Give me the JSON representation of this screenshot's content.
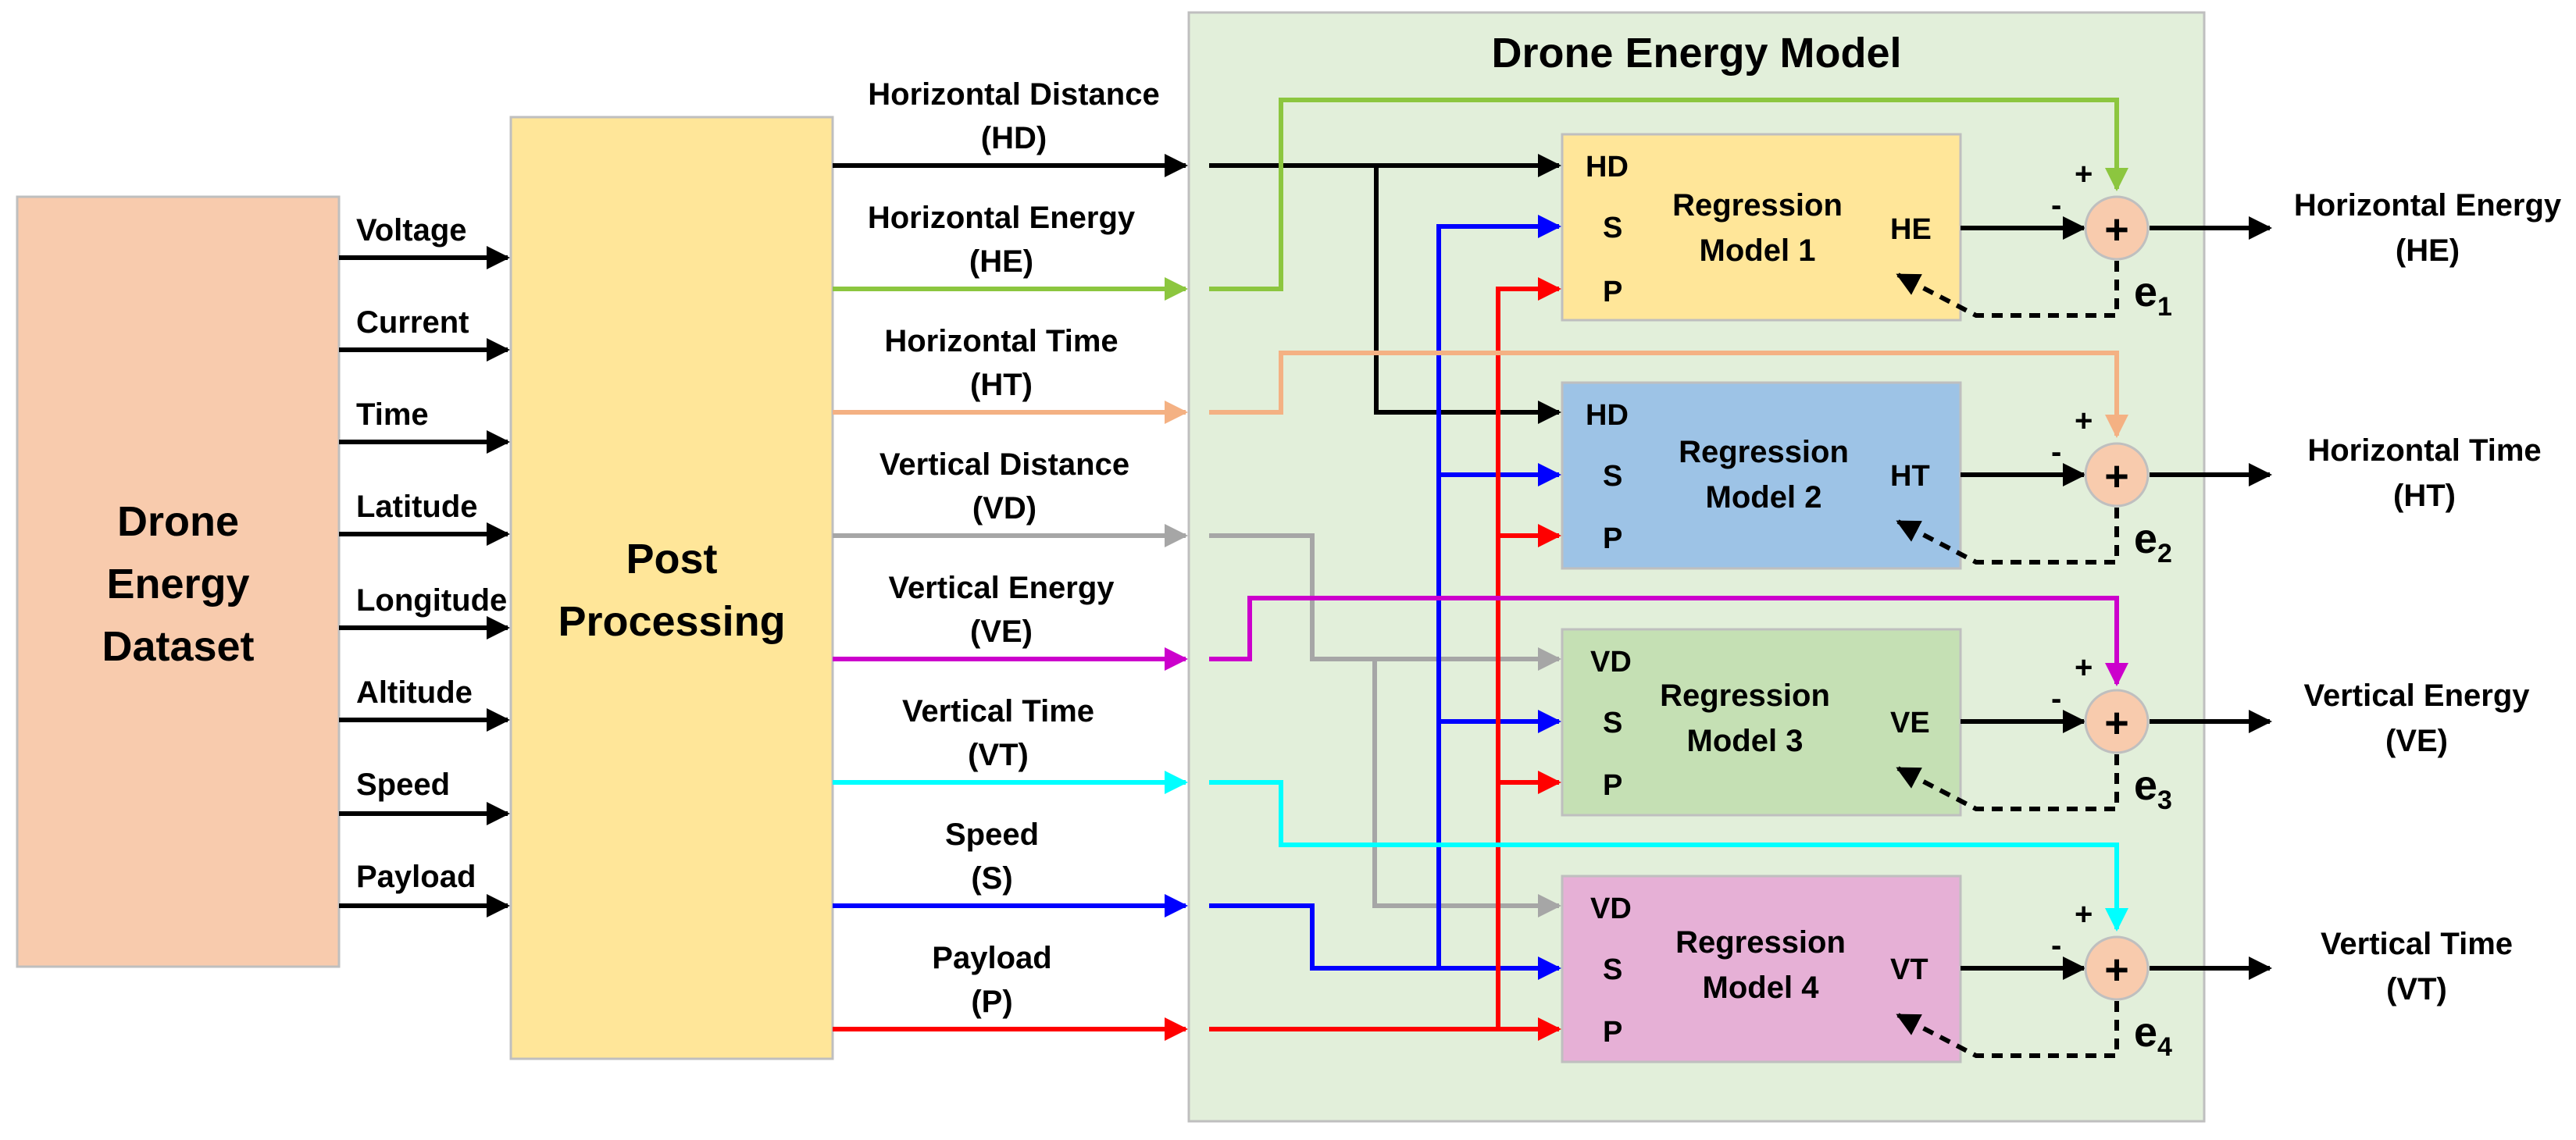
{
  "dataset": {
    "line1": "Drone",
    "line2": "Energy",
    "line3": "Dataset"
  },
  "raw_inputs": [
    "Voltage",
    "Current",
    "Time",
    "Latitude",
    "Longitude",
    "Altitude",
    "Speed",
    "Payload"
  ],
  "post_processing": {
    "line1": "Post",
    "line2": "Processing"
  },
  "energy_model_title": "Drone Energy Model",
  "features": [
    {
      "name": "Horizontal Distance",
      "abbr": "(HD)",
      "color": "#000000"
    },
    {
      "name": "Horizontal Energy",
      "abbr": "(HE)",
      "color": "#8cc63f"
    },
    {
      "name": "Horizontal Time",
      "abbr": "(HT)",
      "color": "#f4b183"
    },
    {
      "name": "Vertical Distance",
      "abbr": "(VD)",
      "color": "#a6a6a6"
    },
    {
      "name": "Vertical Energy",
      "abbr": "(VE)",
      "color": "#cc00cc"
    },
    {
      "name": "Vertical Time",
      "abbr": "(VT)",
      "color": "#00ffff"
    },
    {
      "name": "Speed",
      "abbr": "(S)",
      "color": "#0000ff"
    },
    {
      "name": "Payload",
      "abbr": "(P)",
      "color": "#ff0000"
    }
  ],
  "models": [
    {
      "name1": "Regression",
      "name2": "Model 1",
      "in1": "HD",
      "in2": "S",
      "in3": "P",
      "out": "HE",
      "color": "#ffe699",
      "err": "e",
      "err_sub": "1"
    },
    {
      "name1": "Regression",
      "name2": "Model 2",
      "in1": "HD",
      "in2": "S",
      "in3": "P",
      "out": "HT",
      "color": "#9dc3e6",
      "err": "e",
      "err_sub": "2"
    },
    {
      "name1": "Regression",
      "name2": "Model 3",
      "in1": "VD",
      "in2": "S",
      "in3": "P",
      "out": "VE",
      "color": "#c5e0b4",
      "err": "e",
      "err_sub": "3"
    },
    {
      "name1": "Regression",
      "name2": "Model 4",
      "in1": "VD",
      "in2": "S",
      "in3": "P",
      "out": "VT",
      "color": "#e6b0d6",
      "err": "e",
      "err_sub": "4"
    }
  ],
  "summing": {
    "symbol": "+",
    "plus": "+",
    "minus": "-"
  },
  "outputs": [
    {
      "name": "Horizontal Energy",
      "abbr": "(HE)"
    },
    {
      "name": "Horizontal Time",
      "abbr": "(HT)"
    },
    {
      "name": "Vertical Energy",
      "abbr": "(VE)"
    },
    {
      "name": "Vertical Time",
      "abbr": "(VT)"
    }
  ],
  "colors": {
    "dataset_fill": "#f8cbad",
    "post_fill": "#ffe699",
    "model_area_fill": "#e2efda",
    "sum_fill": "#f8cbad"
  }
}
